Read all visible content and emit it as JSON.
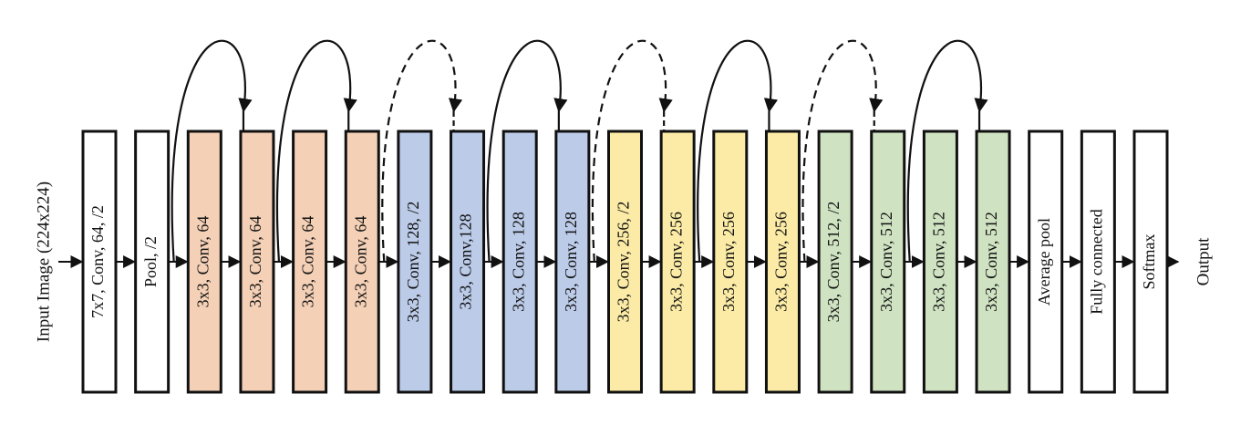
{
  "diagram": {
    "input_label": "Input Image (224x224)",
    "output_label": "Output",
    "colors": {
      "white": "#ffffff",
      "orange": "#f4d0b6",
      "blue": "#bccbe8",
      "yellow": "#fbeba6",
      "green": "#cfe3c2",
      "stroke": "#111111"
    },
    "layers": [
      {
        "label": "7x7, Conv, 64, /2",
        "color": "white"
      },
      {
        "label": "Pool, /2",
        "color": "white"
      },
      {
        "label": "3x3, Conv, 64",
        "color": "orange"
      },
      {
        "label": "3x3, Conv, 64",
        "color": "orange"
      },
      {
        "label": "3x3, Conv, 64",
        "color": "orange"
      },
      {
        "label": "3x3, Conv, 64",
        "color": "orange"
      },
      {
        "label": "3x3, Conv, 128, /2",
        "color": "blue"
      },
      {
        "label": "3x3, Conv,128",
        "color": "blue"
      },
      {
        "label": "3x3, Conv, 128",
        "color": "blue"
      },
      {
        "label": "3x3, Conv, 128",
        "color": "blue"
      },
      {
        "label": "3x3, Conv, 256, /2",
        "color": "yellow"
      },
      {
        "label": "3x3, Conv, 256",
        "color": "yellow"
      },
      {
        "label": "3x3, Conv, 256",
        "color": "yellow"
      },
      {
        "label": "3x3, Conv, 256",
        "color": "yellow"
      },
      {
        "label": "3x3, Conv, 512, /2",
        "color": "green"
      },
      {
        "label": "3x3, Conv, 512",
        "color": "green"
      },
      {
        "label": "3x3, Conv, 512",
        "color": "green"
      },
      {
        "label": "3x3, Conv, 512",
        "color": "green"
      },
      {
        "label": "Average pool",
        "color": "white"
      },
      {
        "label": "Fully connected",
        "color": "white"
      },
      {
        "label": "Softmax",
        "color": "white"
      }
    ],
    "skip_connections": [
      {
        "from": 2,
        "to": 3,
        "style": "solid"
      },
      {
        "from": 4,
        "to": 5,
        "style": "solid"
      },
      {
        "from": 6,
        "to": 7,
        "style": "dashed"
      },
      {
        "from": 8,
        "to": 9,
        "style": "solid"
      },
      {
        "from": 10,
        "to": 11,
        "style": "dashed"
      },
      {
        "from": 12,
        "to": 13,
        "style": "solid"
      },
      {
        "from": 14,
        "to": 15,
        "style": "dashed"
      },
      {
        "from": 16,
        "to": 17,
        "style": "solid"
      }
    ]
  }
}
